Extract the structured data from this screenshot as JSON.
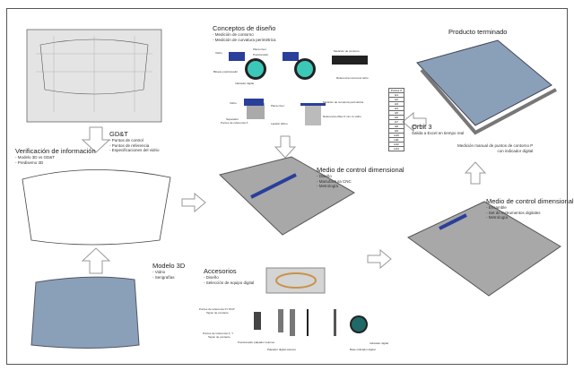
{
  "gdt": {
    "title": "GD&T",
    "items": [
      "- Puntos de control",
      "- Puntos de referencia",
      "- Especificaciones del vidrio"
    ]
  },
  "verificacion": {
    "title": "Verificación de información",
    "items": [
      "- Modelo 3D vs GD&T",
      "- Predisemo 3D"
    ]
  },
  "modelo3d": {
    "title": "Modelo 3D",
    "items": [
      "- Vidrio",
      "- Serigrafías"
    ]
  },
  "conceptos": {
    "title": "Conceptos de diseño",
    "items": [
      "- Medición de contorno",
      "- Medición de curvatura perimétrica"
    ],
    "labels": [
      "Vidrio",
      "Placa nivel",
      "Posicionador",
      "Bloque posicionador",
      "Indicador digital",
      "Medición de contorno",
      "Referencia normal al vidrio",
      "Vidrio",
      "Placa nivel",
      "Separador",
      "Puntos de referencia X",
      "Lapidar último",
      "Medición de curvatura perimétrica",
      "Referencia offset 3 mm vs vidrio"
    ]
  },
  "medio1": {
    "title": "Medio de control dimensional",
    "items": [
      "- Diseño",
      "- Manufactura CNC",
      "- Metrología"
    ]
  },
  "accesorios": {
    "title": "Accesorios",
    "items": [
      "- Diseño",
      "- Selección de equipo digital"
    ],
    "labels": [
      "Puntos de referencia XY RCP",
      "Tapón de contacto",
      "Puntos de referencia X, Y",
      "Tapón de contacto",
      "Posicionador palpador solenoo",
      "Palpador digital solenoo",
      "Indicador digital",
      "Base indicador digital"
    ]
  },
  "producto": {
    "title": "Producto terminado"
  },
  "orbit": {
    "title": "Orbit 3",
    "subtitle": "Salida a Excel en tiempo real",
    "table_header": "Puntos X",
    "rows": [
      "H1",
      "H2",
      "H3",
      "H4",
      "H5",
      "H6",
      "H7",
      "H8",
      "H9",
      "H10",
      "H11",
      "H12",
      "H13"
    ]
  },
  "medicion_manual": [
    "Medición manual de puntos de contorno P",
    "con indicador digital"
  ],
  "medio2": {
    "title": "Medio de control dimensional",
    "items": [
      "- Ensamble",
      "- Set de instrumentos digitales",
      "- Metrología"
    ]
  },
  "colors": {
    "glass": "#8aa0b8",
    "teal": "#3cc8b8",
    "blue": "#2a3f9a",
    "metal": "#9a9a9a"
  }
}
